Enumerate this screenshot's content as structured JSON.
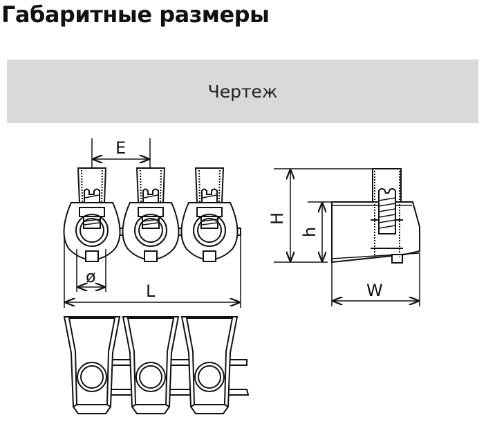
{
  "title": "Габаритные размеры",
  "section": {
    "label": "Чертеж"
  },
  "drawing": {
    "labels": {
      "E": "E",
      "diameter": "ø",
      "L": "L",
      "H": "H",
      "h": "h",
      "W": "W"
    }
  }
}
